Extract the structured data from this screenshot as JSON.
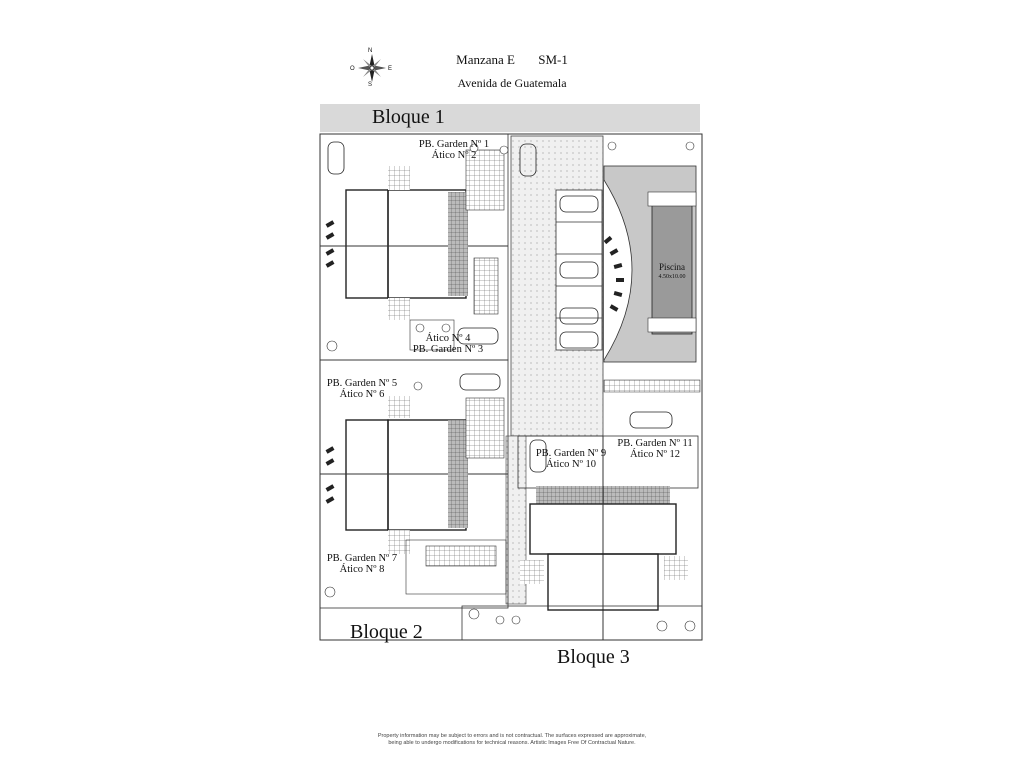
{
  "header": {
    "block_label": "Manzana E",
    "sector_label": "SM-1",
    "street": "Avenida de Guatemala"
  },
  "compass": {
    "north": "N",
    "south": "S",
    "east": "E",
    "west": "O"
  },
  "blocks": {
    "b1": "Bloque 1",
    "b2": "Bloque 2",
    "b3": "Bloque 3"
  },
  "units": {
    "u1_2": [
      "PB. Garden Nº 1",
      "Ático Nº 2"
    ],
    "u3_4": [
      "Ático Nº 4",
      "PB. Garden Nº 3"
    ],
    "u5_6": [
      "PB. Garden Nº 5",
      "Ático Nº 6"
    ],
    "u7_8": [
      "PB. Garden Nº 7",
      "Ático Nº 8"
    ],
    "u9_10": [
      "PB. Garden Nº 9",
      "Ático Nº 10"
    ],
    "u11_12": [
      "PB. Garden Nº 11",
      "Ático Nº 12"
    ]
  },
  "pool": {
    "label": "Piscina",
    "size": "4.50x10.00"
  },
  "footer": {
    "line1": "Property information may be subject to errors and is not contractual. The surfaces expressed are approximate,",
    "line2": "being able to undergo modifications for technical reasons. Artistic Images Free Of Contractual Nature."
  },
  "colors": {
    "street": "#d9d9d9",
    "pool": "#9a9a9a",
    "paving": "#e9e9e9",
    "line": "#333333"
  }
}
